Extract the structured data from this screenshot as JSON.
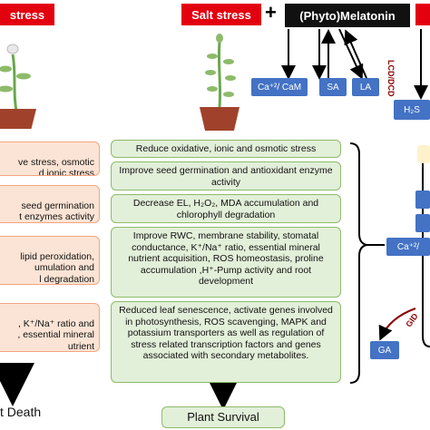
{
  "headers": {
    "left_stress": "stress",
    "salt_stress": "Salt stress",
    "plus": "+",
    "phyto_melatonin": "(Phyto)Melatonin"
  },
  "signals": {
    "ca_cam": "Ca⁺²/ CaM",
    "sa": "SA",
    "la": "LA",
    "lcd_dcd": "LCD/DCD",
    "h2s": "H₂S",
    "ca_right": "Ca⁺²/",
    "ga": "GA",
    "gid": "GID"
  },
  "left_effects": [
    "ve stress, osmotic\nd ionic stress",
    "seed germination\nt enzymes activity",
    "lipid peroxidation,\numulation and\nl degradation",
    ", K⁺/Na⁺ ratio and\n, essential mineral\nutrient"
  ],
  "left_outcome": "t Death",
  "middle_effects": [
    "Reduce oxidative, ionic and osmotic stress",
    "Improve seed germination and antioxidant enzyme activity",
    "Decrease EL, H₂O₂, MDA accumulation and chlorophyll degradation",
    "Improve RWC, membrane stability, stomatal conductance, K⁺/Na⁺ ratio, essential mineral nutrient acquisition, ROS homeostasis, proline accumulation ,H⁺-Pump activity and root development",
    "Reduced leaf senescence, activate genes involved in photosynthesis, ROS scavenging, MAPK and potassium transporters as well as regulation of stress related transcription factors and genes associated with secondary metabolites."
  ],
  "middle_outcome": "Plant Survival",
  "colors": {
    "red": "#e3000f",
    "blue": "#4472c4",
    "pink_fill": "#fbe4d5",
    "pink_border": "#f4a582",
    "green_fill": "#e2efd9",
    "green_border": "#8dbb6a",
    "pot": "#a0422b",
    "stem": "#6aa84f",
    "yellow": "#fff2cc"
  }
}
